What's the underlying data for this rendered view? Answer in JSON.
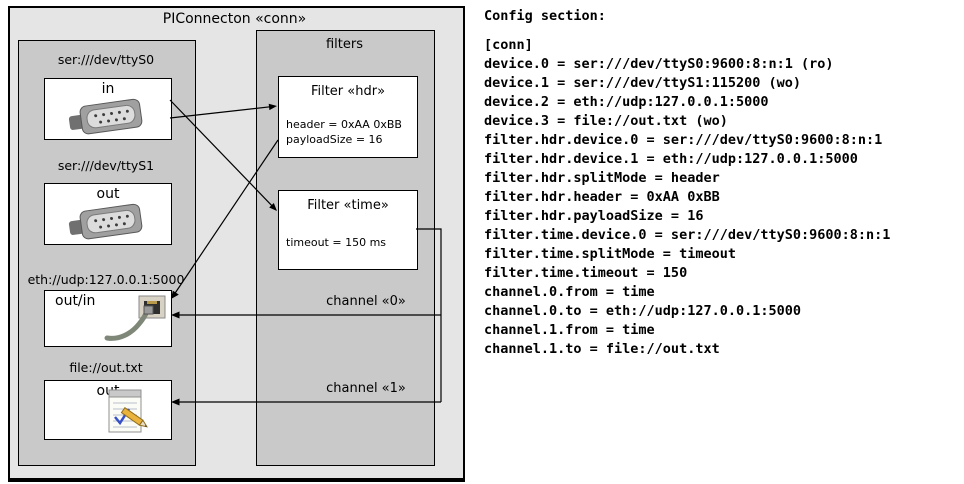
{
  "diagram": {
    "title": "PIConnecton «conn»",
    "devices": [
      {
        "label": "ser:///dev/ttyS0",
        "direction": "in",
        "icon": "serial-connector-icon"
      },
      {
        "label": "ser:///dev/ttyS1",
        "direction": "out",
        "icon": "serial-connector-icon"
      },
      {
        "label": "eth://udp:127.0.0.1:5000",
        "direction": "out/in",
        "icon": "ethernet-connector-icon"
      },
      {
        "label": "file://out.txt",
        "direction": "out",
        "icon": "notepad-file-icon"
      }
    ],
    "filters_panel": {
      "title": "filters",
      "filters": [
        {
          "title": "Filter «hdr»",
          "params": [
            "header = 0xAA 0xBB",
            "payloadSize = 16"
          ]
        },
        {
          "title": "Filter «time»",
          "params": [
            "timeout = 150 ms"
          ]
        }
      ]
    },
    "channels": [
      {
        "label": "channel «0»"
      },
      {
        "label": "channel «1»"
      }
    ],
    "colors": {
      "outer_box_fill": "#e5e5e5",
      "panel_fill": "#c9c9c9",
      "node_fill": "#ffffff",
      "line": "#000000"
    }
  },
  "config": {
    "heading": "Config section:",
    "lines": [
      "[conn]",
      "device.0 = ser:///dev/ttyS0:9600:8:n:1 (ro)",
      "device.1 = ser:///dev/ttyS1:115200 (wo)",
      "device.2 = eth://udp:127.0.0.1:5000",
      "device.3 = file://out.txt (wo)",
      "filter.hdr.device.0 = ser:///dev/ttyS0:9600:8:n:1",
      "filter.hdr.device.1 = eth://udp:127.0.0.1:5000",
      "filter.hdr.splitMode = header",
      "filter.hdr.header = 0xAA 0xBB",
      "filter.hdr.payloadSize = 16",
      "filter.time.device.0 = ser:///dev/ttyS0:9600:8:n:1",
      "filter.time.splitMode = timeout",
      "filter.time.timeout = 150",
      "channel.0.from = time",
      "channel.0.to = eth://udp:127.0.0.1:5000",
      "channel.1.from = time",
      "channel.1.to = file://out.txt"
    ]
  }
}
